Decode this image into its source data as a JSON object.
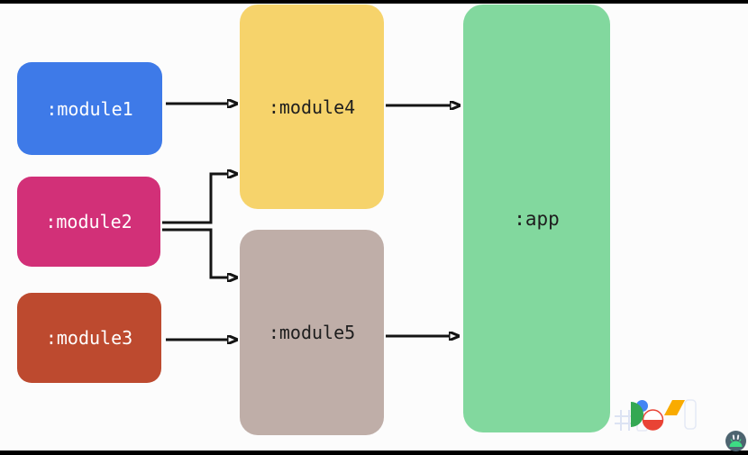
{
  "slide": {
    "background": "#FCFCFC",
    "letterbox_color": "#000000",
    "description": "Module dependency graph slide"
  },
  "diagram": {
    "nodes": {
      "module1": {
        "label": ":module1",
        "color": "#3E7AE8",
        "text_color": "#FFFFFF"
      },
      "module2": {
        "label": ":module2",
        "color": "#D23078",
        "text_color": "#FFFFFF"
      },
      "module3": {
        "label": ":module3",
        "color": "#BD4A2F",
        "text_color": "#FFFFFF"
      },
      "module4": {
        "label": ":module4",
        "color": "#F6D36B",
        "text_color": "#1E1E1E"
      },
      "module5": {
        "label": ":module5",
        "color": "#BFAEA8",
        "text_color": "#1E1E1E"
      },
      "app": {
        "label": ":app",
        "color": "#82D89E",
        "text_color": "#1E1E1E"
      }
    },
    "edges": [
      {
        "from": "module1",
        "to": "module4"
      },
      {
        "from": "module2",
        "to": "module4"
      },
      {
        "from": "module2",
        "to": "module5"
      },
      {
        "from": "module3",
        "to": "module5"
      },
      {
        "from": "module4",
        "to": "app"
      },
      {
        "from": "module5",
        "to": "app"
      }
    ],
    "edge_color": "#141414"
  },
  "branding": {
    "io_logo": {
      "name": "google-io-logo",
      "colors": {
        "blue": "#4285F4",
        "red": "#E94335",
        "yellow": "#F9AB00",
        "green": "#34A853",
        "outline": "#DCE3F3"
      }
    },
    "avatar": {
      "name": "android-avatar",
      "background": "#4D6470",
      "android_green": "#3DDC84"
    }
  }
}
